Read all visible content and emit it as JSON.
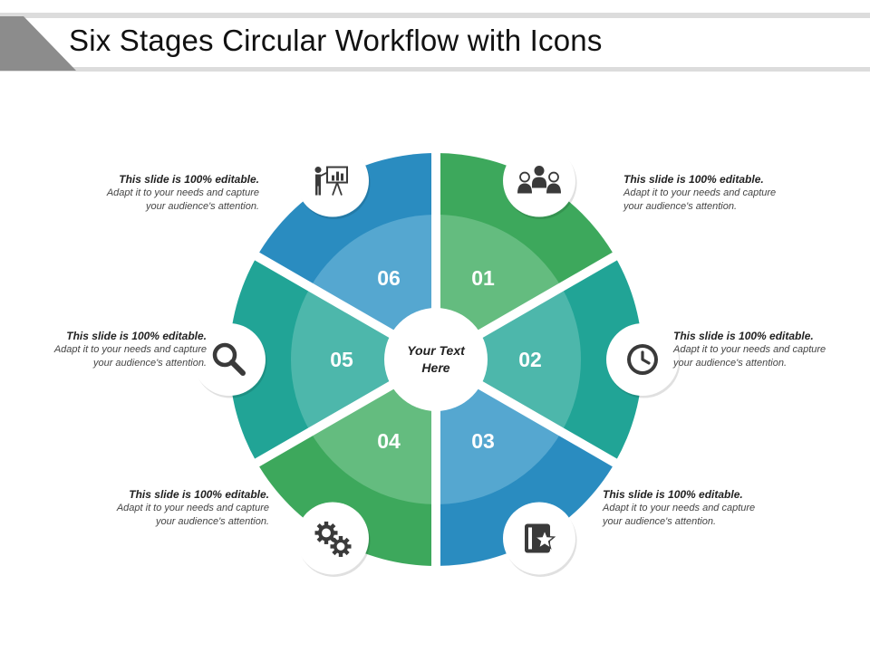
{
  "title": "Six Stages Circular Workflow with Icons",
  "center": {
    "line1": "Your Text",
    "line2": "Here"
  },
  "stages": [
    {
      "number": "01",
      "icon": "team-icon",
      "heading": "This slide is 100% editable.",
      "body_line1": "Adapt it to your needs and capture",
      "body_line2": "your audience's attention."
    },
    {
      "number": "02",
      "icon": "clock-icon",
      "heading": "This slide is 100% editable.",
      "body_line1": "Adapt it to your needs and capture",
      "body_line2": "your audience's attention."
    },
    {
      "number": "03",
      "icon": "bookmark-star-icon",
      "heading": "This slide is 100% editable.",
      "body_line1": "Adapt it to your needs and capture",
      "body_line2": "your audience's attention."
    },
    {
      "number": "04",
      "icon": "gears-icon",
      "heading": "This slide is 100% editable.",
      "body_line1": "Adapt it to your needs and capture",
      "body_line2": "your audience's attention."
    },
    {
      "number": "05",
      "icon": "search-icon",
      "heading": "This slide is 100% editable.",
      "body_line1": "Adapt it to your needs and capture",
      "body_line2": "your audience's attention."
    },
    {
      "number": "06",
      "icon": "presentation-icon",
      "heading": "This slide is 100% editable.",
      "body_line1": "Adapt it to your needs and capture",
      "body_line2": "your audience's attention."
    }
  ],
  "colors": {
    "outer_green": "#3DA85C",
    "outer_teal": "#21A496",
    "outer_blue": "#2A8CC0",
    "inner_green": "#64BC7F",
    "inner_teal": "#4DB7AB",
    "inner_blue": "#55A7D0",
    "icon": "#3A3A3A",
    "header_gray": "#8C8C8C"
  }
}
